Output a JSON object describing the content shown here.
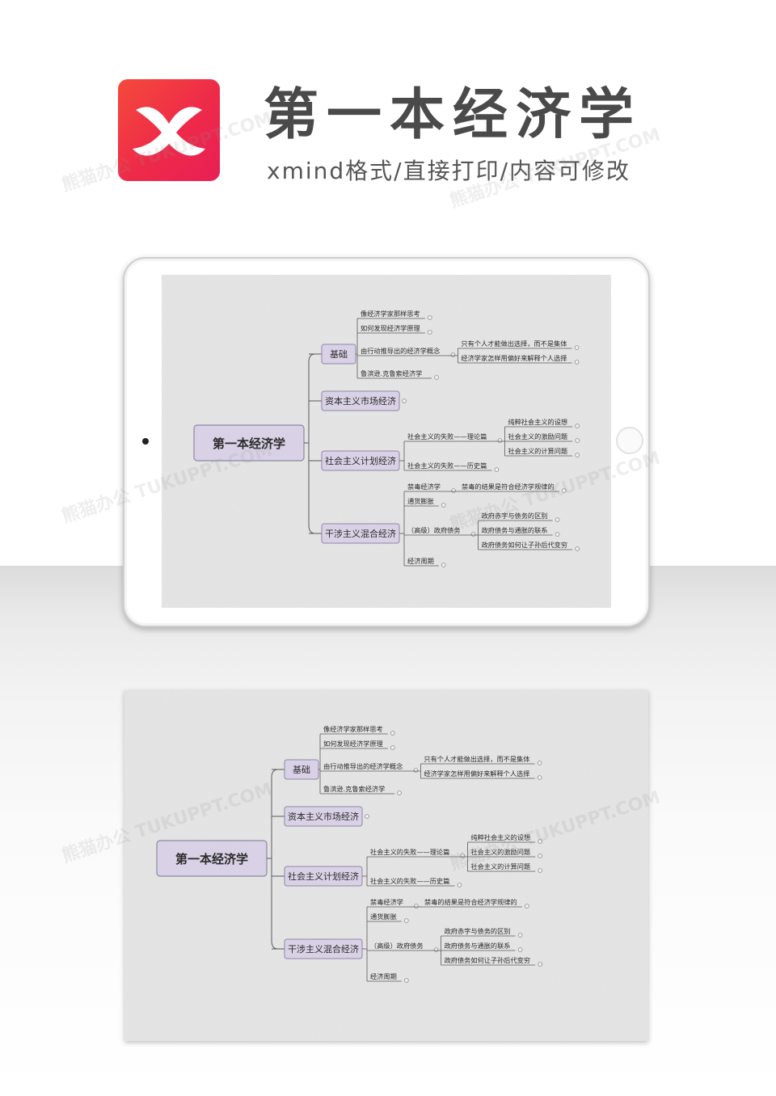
{
  "header": {
    "title": "第一本经济学",
    "subtitle": "xmind格式/直接打印/内容可修改",
    "logo_colors": [
      "#f44a3b",
      "#e81f55"
    ]
  },
  "watermark": "熊猫办公 TUKUPPT.COM",
  "colors": {
    "paper": "#e6e6e6",
    "node_fill": "#d9d2e6",
    "node_border": "#8e86a4",
    "line": "#5a5a5a",
    "text": "#2b2b2b"
  },
  "mindmap": {
    "root": "第一本经济学",
    "branches": [
      {
        "label": "基础",
        "children": [
          {
            "label": "像经济学家那样思考"
          },
          {
            "label": "如何发现经济学原理"
          },
          {
            "label": "由行动推导出的经济学概念",
            "children": [
              {
                "label": "只有个人才能做出选择，而不是集体"
              },
              {
                "label": "经济学家怎样用偏好来解释个人选择"
              }
            ]
          },
          {
            "label": "鲁滨逊.克鲁索经济学"
          }
        ]
      },
      {
        "label": "资本主义市场经济",
        "children": []
      },
      {
        "label": "社会主义计划经济",
        "children": [
          {
            "label": "社会主义的失败——理论篇",
            "children": [
              {
                "label": "纯粹社会主义的设想"
              },
              {
                "label": "社会主义的激励问题"
              },
              {
                "label": "社会主义的计算问题"
              }
            ]
          },
          {
            "label": "社会主义的失败——历史篇"
          }
        ]
      },
      {
        "label": "干涉主义混合经济",
        "children": [
          {
            "label": "禁毒经济学",
            "children": [
              {
                "label": "禁毒的结果是符合经济学规律的"
              }
            ]
          },
          {
            "label": "通货膨胀"
          },
          {
            "label": "（高级）政府债务",
            "children": [
              {
                "label": "政府赤字与债务的区别"
              },
              {
                "label": "政府债务与通胀的联系"
              },
              {
                "label": "政府债务如何让子孙后代变穷"
              }
            ]
          },
          {
            "label": "经济周期"
          }
        ]
      }
    ]
  }
}
